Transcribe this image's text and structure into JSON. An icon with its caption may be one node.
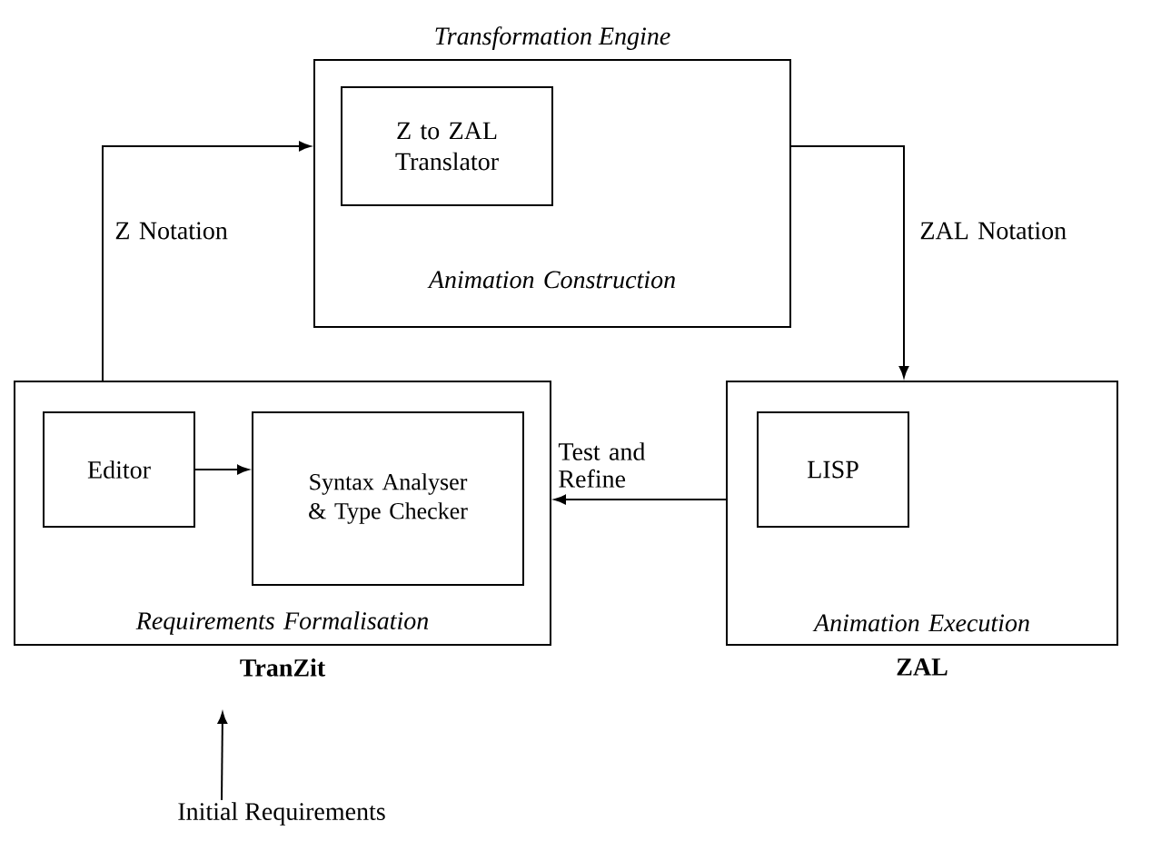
{
  "diagram": {
    "nodes": [
      {
        "text": [
          "Transformation Engine",
          "Animation Construction"
        ]
      },
      {
        "text": [
          "Z to ZAL Translator"
        ],
        "in": 0
      },
      {
        "text": [
          "Requirements Formalisation"
        ],
        "beside": [
          "TranZit"
        ]
      },
      {
        "text": [
          "Editor"
        ],
        "in": 2
      },
      {
        "text": [
          "Syntax Analyser & Type Checker"
        ],
        "in": 2
      },
      {
        "text": [
          "Animation Execution"
        ],
        "beside": [
          "ZAL"
        ]
      },
      {
        "text": [
          "LISP"
        ],
        "in": 5
      },
      {
        "text": [
          "Initial Requirements"
        ]
      }
    ],
    "edges": [
      {
        "from": 2,
        "to": 0,
        "arrow": "to",
        "label": "Z Notation"
      },
      {
        "from": 0,
        "to": 5,
        "arrow": "to",
        "label": "ZAL Notation"
      },
      {
        "from": 5,
        "to": 2,
        "arrow": "to",
        "label": "Test and Refine"
      },
      {
        "from": 3,
        "to": 4,
        "arrow": "to"
      },
      {
        "from": 7,
        "to": 2,
        "arrow": "to"
      }
    ]
  }
}
